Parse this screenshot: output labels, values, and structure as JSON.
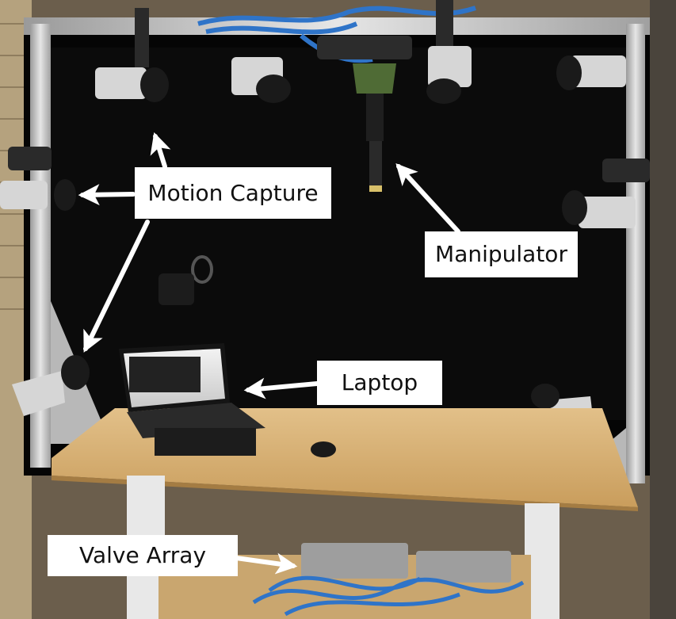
{
  "labels": {
    "motion_capture": "Motion Capture",
    "manipulator": "Manipulator",
    "laptop": "Laptop",
    "valve_array": "Valve Array"
  },
  "colors": {
    "label_background": "#ffffff",
    "label_text": "#111111",
    "arrow": "#ffffff",
    "backdrop": "#050505",
    "table_top": "#d9b47a",
    "frame_aluminum": "#c8c8c8",
    "tubing": "#2f74c8",
    "manipulator_mount": "#4f6b35"
  }
}
